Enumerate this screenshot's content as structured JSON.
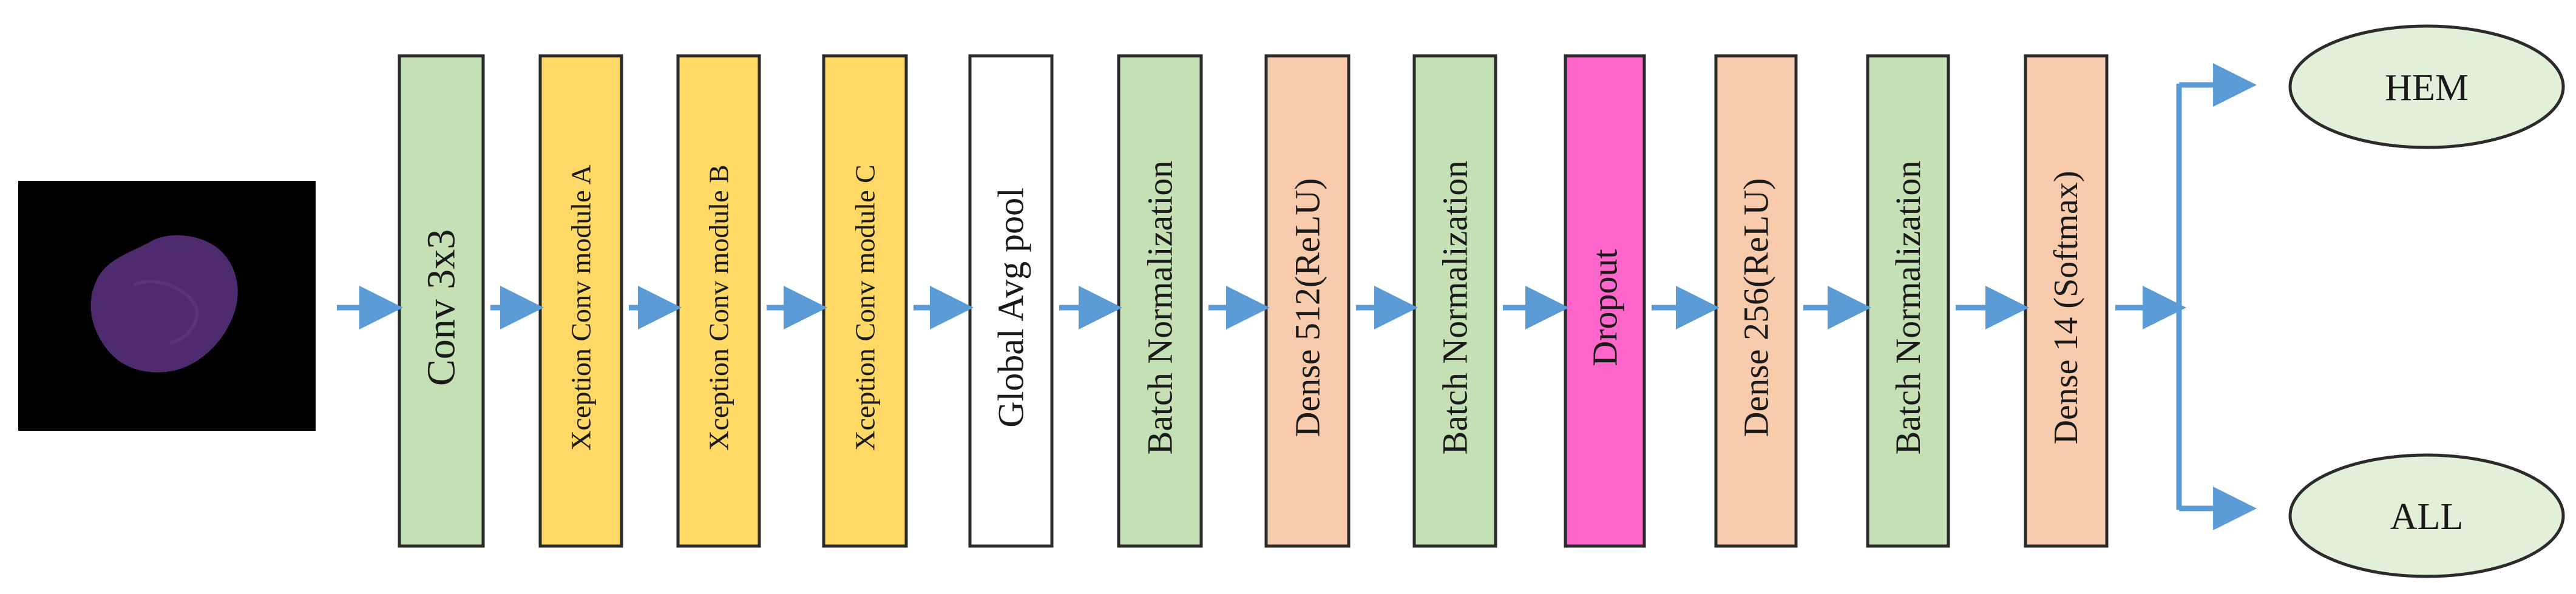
{
  "input_image": {
    "background": "#000000",
    "cell_color": "#4e2a6e"
  },
  "arrow_color": "#5b9bd5",
  "blocks": [
    {
      "label": "Conv 3x3",
      "fill": "#c5e0b4"
    },
    {
      "label": "Xception Conv module A",
      "fill": "#ffd966"
    },
    {
      "label": "Xception Conv module B",
      "fill": "#ffd966"
    },
    {
      "label": "Xception Conv module C",
      "fill": "#ffd966"
    },
    {
      "label": "Global Avg pool",
      "fill": "#ffffff"
    },
    {
      "label": "Batch Normalization",
      "fill": "#c5e0b4"
    },
    {
      "label": "Dense 512(ReLU)",
      "fill": "#f8cbad"
    },
    {
      "label": "Batch Normalization",
      "fill": "#c5e0b4"
    },
    {
      "label": "Dropout",
      "fill": "#ff66cc"
    },
    {
      "label": "Dense 256(ReLU)",
      "fill": "#f8cbad"
    },
    {
      "label": "Batch Normalization",
      "fill": "#c5e0b4"
    },
    {
      "label": "Dense 14 (Softmax)",
      "fill": "#f8cbad"
    }
  ],
  "outputs": [
    {
      "label": "HEM",
      "fill": "#e2efd9"
    },
    {
      "label": "ALL",
      "fill": "#e2efd9"
    }
  ]
}
